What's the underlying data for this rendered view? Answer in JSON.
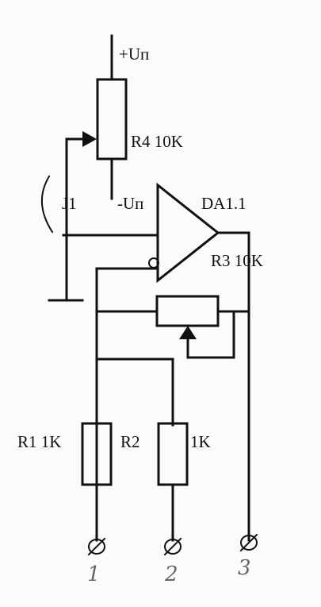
{
  "labels": {
    "supply_pos": "+Uп",
    "r4": "R4 10K",
    "j1": "J1",
    "supply_neg": "-Uп",
    "da": "DA1.1",
    "r3": "R3 10K",
    "r1": "R1 1K",
    "r2": "R2",
    "r2_value": "1K"
  },
  "terminals": [
    "1",
    "2",
    "3"
  ],
  "colors": {
    "ink": "#111111",
    "paper": "#fbfbf9",
    "pencil": "#666666"
  }
}
